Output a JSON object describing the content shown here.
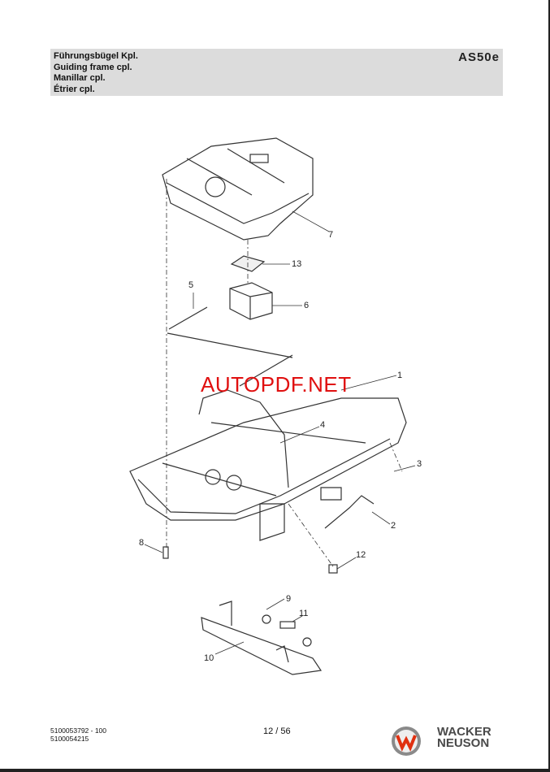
{
  "header": {
    "titles": [
      "Führungsbügel Kpl.",
      "Guiding frame cpl.",
      "Manillar cpl.",
      "Étrier cpl."
    ],
    "model": "AS50e"
  },
  "diagram": {
    "callouts": [
      "7",
      "13",
      "5",
      "6",
      "1",
      "4",
      "3",
      "2",
      "8",
      "12",
      "9",
      "11",
      "10"
    ]
  },
  "watermark": "AUTOPDF.NET",
  "footer": {
    "doc_numbers": [
      "5100053792 - 100",
      "5100054215"
    ],
    "page": "12 / 56",
    "brand_line1": "WACKER",
    "brand_line2": "NEUSON"
  }
}
